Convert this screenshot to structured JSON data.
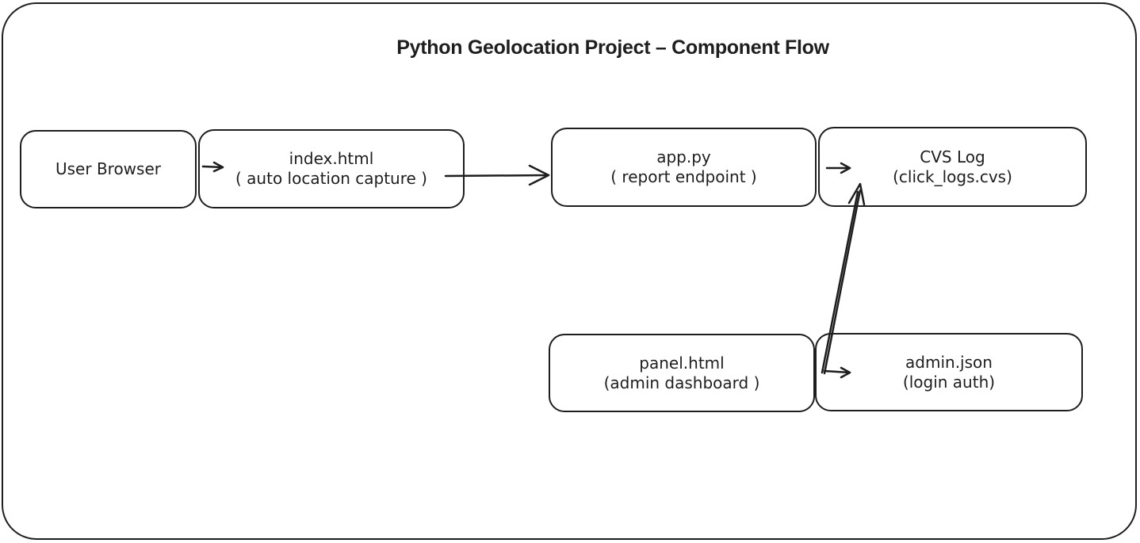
{
  "title": "Python Geolocation Project – Component Flow",
  "nodes": {
    "user_browser": {
      "line1": "User Browser"
    },
    "index_html": {
      "line1": "index.html",
      "line2": "( auto location capture )"
    },
    "app_py": {
      "line1": "app.py",
      "line2": "( report endpoint )"
    },
    "csv_log": {
      "line1": "CVS Log",
      "line2": "(click_logs.cvs)"
    },
    "panel_html": {
      "line1": "panel.html",
      "line2": "(admin dashboard )"
    },
    "admin_json": {
      "line1": "admin.json",
      "line2": "(login auth)"
    }
  },
  "colors": {
    "stroke": "#1e1e1e",
    "background": "#ffffff"
  }
}
